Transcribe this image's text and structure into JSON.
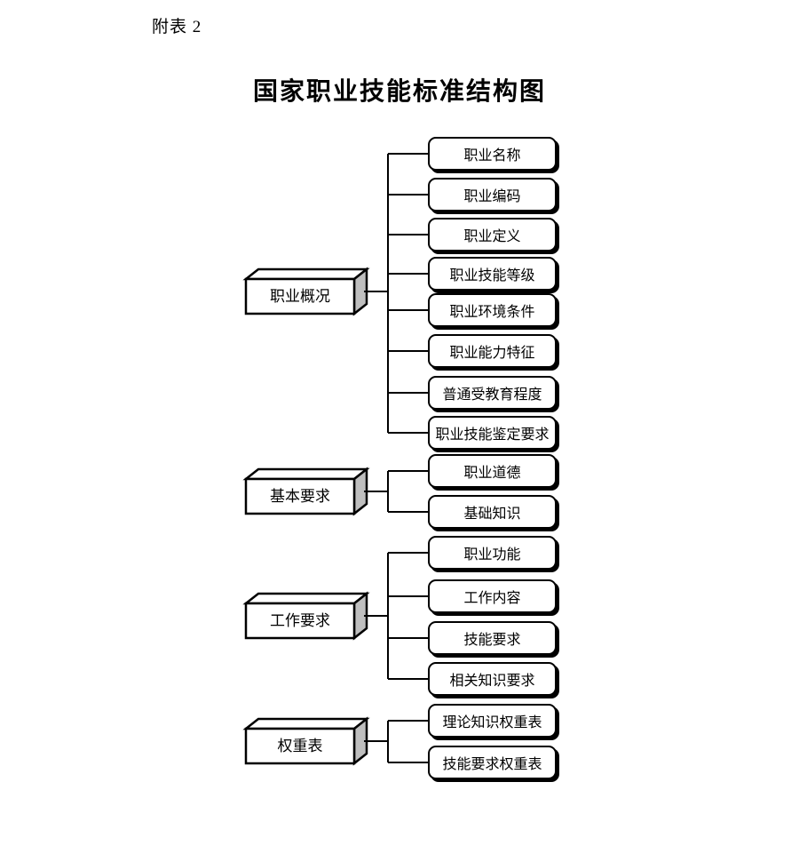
{
  "page": {
    "annotation": "附表 2",
    "title": "国家职业技能标准结构图"
  },
  "diagram": {
    "groups": [
      {
        "id": "occupation-overview",
        "parent": "职业概况",
        "children": [
          "职业名称",
          "职业编码",
          "职业定义",
          "职业技能等级",
          "职业环境条件",
          "职业能力特征",
          "普通受教育程度",
          "职业技能鉴定要求"
        ]
      },
      {
        "id": "basic-requirements",
        "parent": "基本要求",
        "children": [
          "职业道德",
          "基础知识"
        ]
      },
      {
        "id": "work-requirements",
        "parent": "工作要求",
        "children": [
          "职业功能",
          "工作内容",
          "技能要求",
          "相关知识要求"
        ]
      },
      {
        "id": "weight-tables",
        "parent": "权重表",
        "children": [
          "理论知识权重表",
          "技能要求权重表"
        ]
      }
    ],
    "colors": {
      "background": "#ffffff",
      "line": "#000000",
      "box_border": "#000000",
      "box_fill": "#ffffff",
      "box_side_fill": "#bfbfbf",
      "text": "#000000"
    }
  }
}
